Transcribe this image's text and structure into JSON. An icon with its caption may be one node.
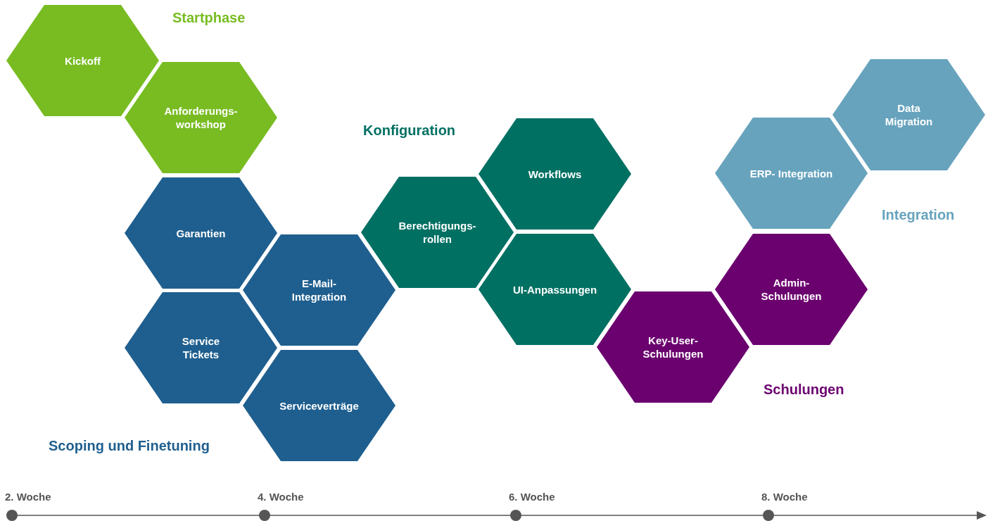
{
  "diagram": {
    "nodes": [
      {
        "text": [
          "Kickoff"
        ]
      },
      {
        "text": [
          "Anforderungs- workshop"
        ]
      },
      {
        "text": [
          "Garantien"
        ]
      },
      {
        "text": [
          "Service Tickets"
        ]
      },
      {
        "text": [
          "E-Mail- Integration"
        ]
      },
      {
        "text": [
          "Serviceverträge"
        ]
      },
      {
        "text": [
          "Berechtigungs- rollen"
        ]
      },
      {
        "text": [
          "Workflows"
        ]
      },
      {
        "text": [
          "UI-Anpassungen"
        ]
      },
      {
        "text": [
          "Key-User- Schulungen"
        ]
      },
      {
        "text": [
          "Admin- Schulungen"
        ]
      },
      {
        "text": [
          "ERP- Integration"
        ]
      },
      {
        "text": [
          "Data Migration"
        ]
      }
    ],
    "labels": [
      "Startphase",
      "Konfiguration",
      "Integration",
      "Schulungen",
      "Scoping und Finetuning",
      "2. Woche",
      "4. Woche",
      "6. Woche",
      "8. Woche"
    ]
  }
}
